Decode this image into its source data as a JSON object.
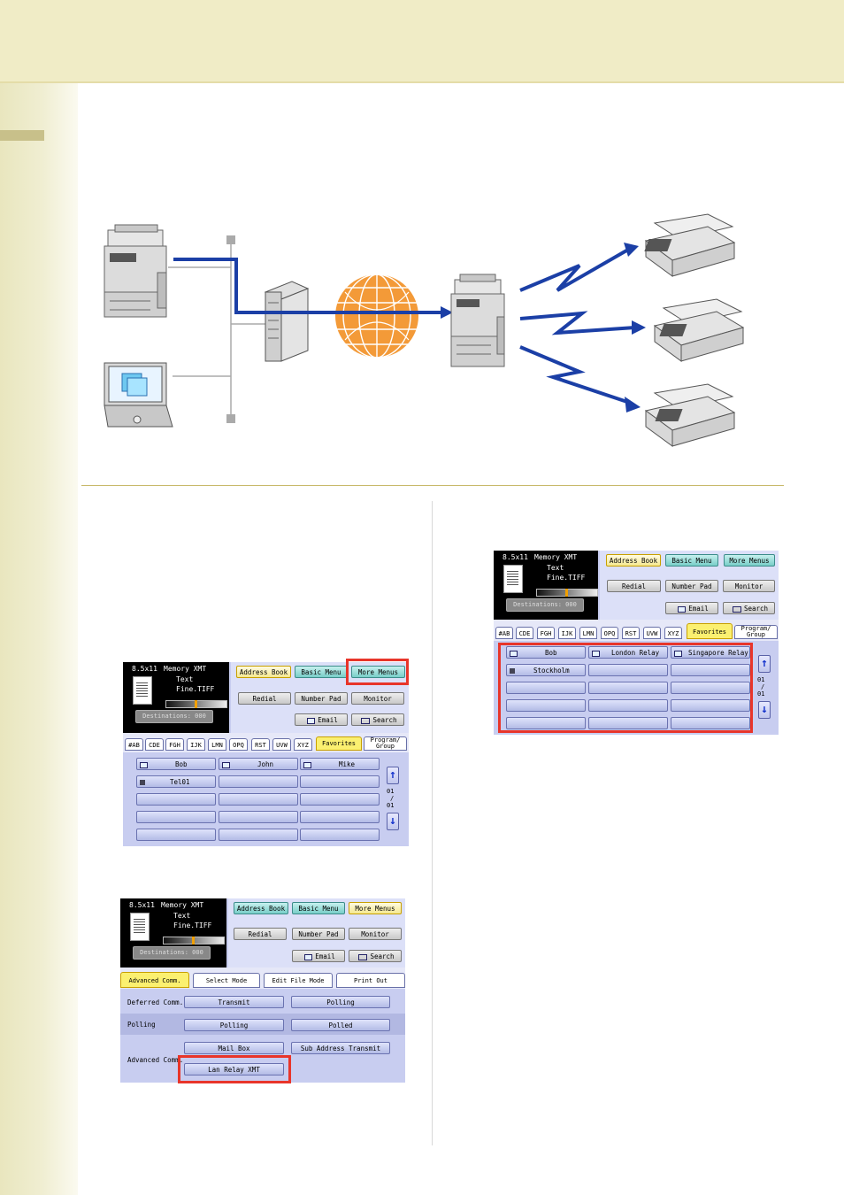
{
  "screen_common": {
    "paper_size": "8.5x11",
    "mode": "Memory XMT",
    "text_mode": "Text",
    "resolution": "Fine.TIFF",
    "destinations": "Destinations: 000",
    "address_book": "Address Book",
    "basic_menu": "Basic Menu",
    "more_menus": "More Menus",
    "redial": "Redial",
    "number_pad": "Number Pad",
    "monitor": "Monitor",
    "email": "Email",
    "search": "Search"
  },
  "index_tabs": [
    "#AB",
    "CDE",
    "FGH",
    "IJK",
    "LMN",
    "OPQ",
    "RST",
    "UVW",
    "XYZ",
    "Favorites",
    "Program/",
    "Group"
  ],
  "screen1_keys": [
    "Bob",
    "John",
    "Mike",
    "Tel01"
  ],
  "screen3_keys": [
    "Bob",
    "London Relay",
    "Singapore Relay",
    "Stockholm"
  ],
  "page_indicator": {
    "top": "01",
    "slash": "/",
    "bottom": "01"
  },
  "advanced": {
    "tabs": [
      "Advanced Comm.",
      "Select Mode",
      "Edit File Mode",
      "Print Out"
    ],
    "rows": {
      "deferred": "Deferred Comm.",
      "polling": "Polling",
      "advanced": "Advanced Comm."
    },
    "buttons": {
      "transmit": "Transmit",
      "polling": "Polling",
      "polling2": "Polling",
      "polled": "Polled",
      "mailbox": "Mail Box",
      "sub_address": "Sub Address Transmit",
      "lan_relay": "Lan Relay XMT"
    }
  },
  "colors": {
    "relay_line": "#1b3fa6",
    "highlight": "#e8352a",
    "globe": "#f39a38"
  }
}
